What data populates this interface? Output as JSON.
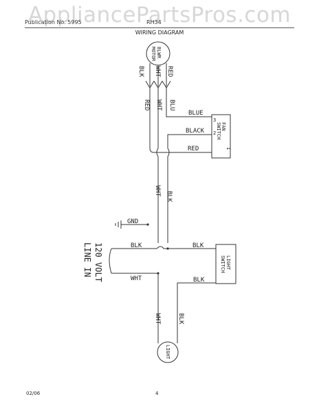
{
  "watermark": "AppliancePartsPros.com",
  "header": {
    "left": "Publication No. 5995",
    "right": "RH34"
  },
  "title": "WIRING DIAGRAM",
  "components": {
    "blower_motor": [
      "BLWR",
      "MOTOR"
    ],
    "fan_switch": [
      "FAN",
      "SWITCH"
    ],
    "fan_switch_terminals": [
      "3",
      "2",
      "1"
    ],
    "light_switch": [
      "LIGHT",
      "SWITCH"
    ],
    "light": "LIGHT"
  },
  "wires": {
    "motor_blk": "BLK",
    "motor_wht": "WHT",
    "motor_red": "RED",
    "red": "RED",
    "wht": "WHT",
    "blu": "BLU",
    "blue": "BLUE",
    "black": "BLACK",
    "red_h": "RED",
    "wht_bus": "WHT",
    "blk_bus": "BLK",
    "gnd": "GND",
    "blk_in": "BLK",
    "blk_ls": "BLK",
    "wht_in": "WHT",
    "blk_ls2": "BLK",
    "wht_light": "WHT",
    "blk_light": "BLK"
  },
  "line_in": [
    "120 VOLT",
    "LINE IN"
  ],
  "footer": {
    "date": "02/06",
    "page": "4"
  }
}
